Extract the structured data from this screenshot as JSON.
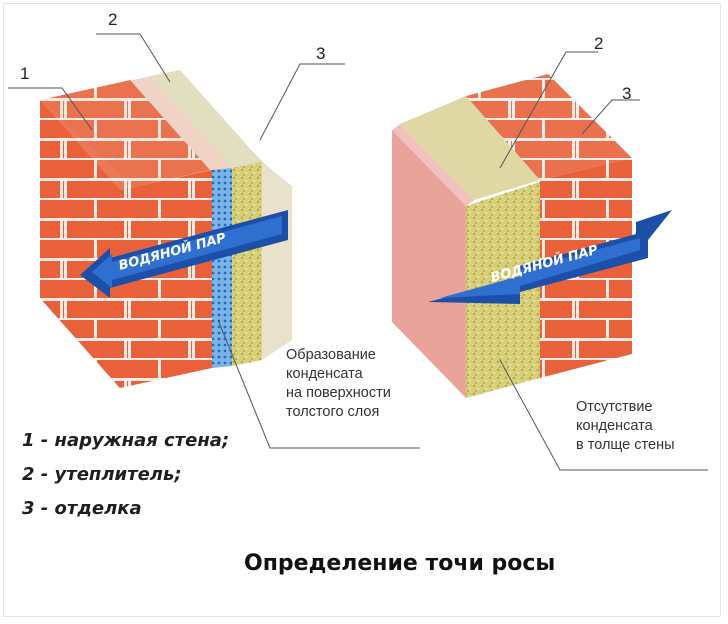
{
  "diagram": {
    "callouts": {
      "one": "1",
      "two": "2",
      "three": "3"
    },
    "arrow_label": "ВОДЯНОЙ ПАР",
    "left_note": "Образование\nконденсата\nна поверхности\nтолстого слоя",
    "right_note": "Отсутствие\nконденсата\nв толще стены",
    "legend": [
      "1 - наружная стена;",
      "2 - утеплитель;",
      "3 - отделка"
    ],
    "caption": "Определение точи росы",
    "colors": {
      "brick": "#e8613a",
      "brick_shadow": "#c9482a",
      "mortar": "#f2ece6",
      "insulation": "#d9d4ad",
      "finish": "#ffffff",
      "foam_texture": "#c9c25a",
      "pink_finish": "#e9a39a",
      "arrow": "#1b4fa8"
    }
  }
}
